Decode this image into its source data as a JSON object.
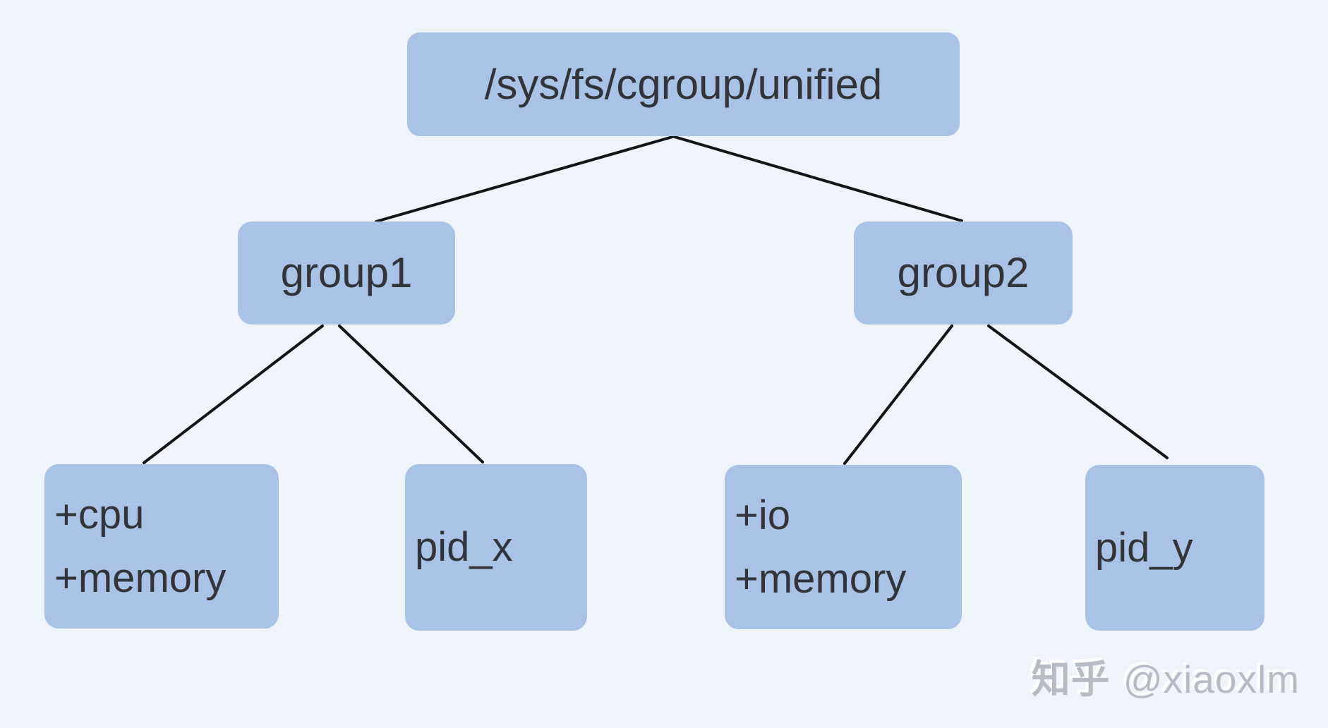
{
  "diagram_title_hint": "cgroup v2 unified hierarchy tree",
  "tree": {
    "root": {
      "label": "/sys/fs/cgroup/unified"
    },
    "children": [
      {
        "label": "group1",
        "children": [
          {
            "lines": [
              "+cpu",
              "+memory"
            ]
          },
          {
            "label": "pid_x"
          }
        ]
      },
      {
        "label": "group2",
        "children": [
          {
            "lines": [
              "+io",
              "+memory"
            ]
          },
          {
            "label": "pid_y"
          }
        ]
      }
    ]
  },
  "edges": [
    {
      "from": "root",
      "to": "group1"
    },
    {
      "from": "root",
      "to": "group2"
    },
    {
      "from": "group1",
      "to": "controllers-cpu-memory"
    },
    {
      "from": "group1",
      "to": "pid_x"
    },
    {
      "from": "group2",
      "to": "controllers-io-memory"
    },
    {
      "from": "group2",
      "to": "pid_y"
    }
  ],
  "watermark": {
    "site": "知乎",
    "handle": "@xiaoxlm"
  },
  "colors": {
    "background": "#eff3fa",
    "node_fill": "#a8c3e6",
    "node_text": "#31353b",
    "edge": "#141414",
    "watermark": "#b7bbc3"
  }
}
